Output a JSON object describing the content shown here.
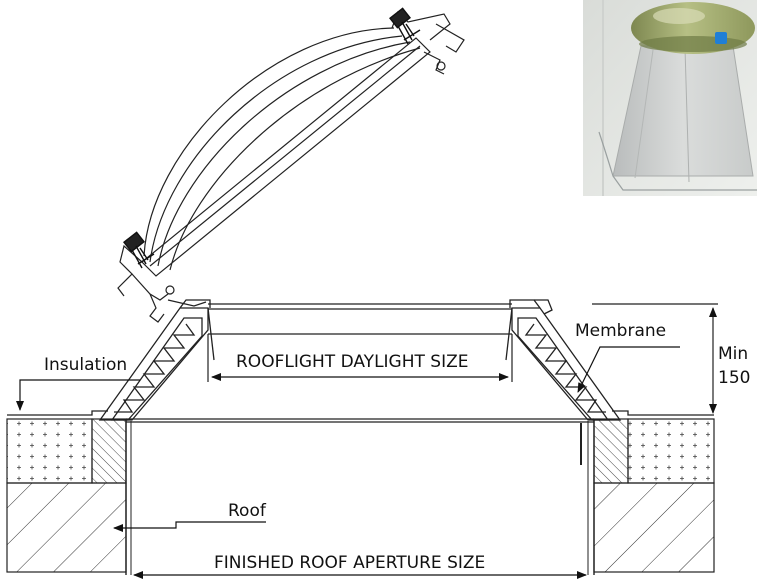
{
  "labels": {
    "membrane": "Membrane",
    "insulation": "Insulation",
    "daylight": "ROOFLIGHT DAYLIGHT SIZE",
    "min": "Min",
    "min_value": "150",
    "roof": "Roof",
    "aperture": "FINISHED ROOF APERTURE SIZE"
  },
  "colors": {
    "line": "#1a1a1a",
    "photo_bg": "#e6e8e4",
    "dome_green": "#8f9a5e",
    "cap_blue": "#1f7fd6"
  }
}
